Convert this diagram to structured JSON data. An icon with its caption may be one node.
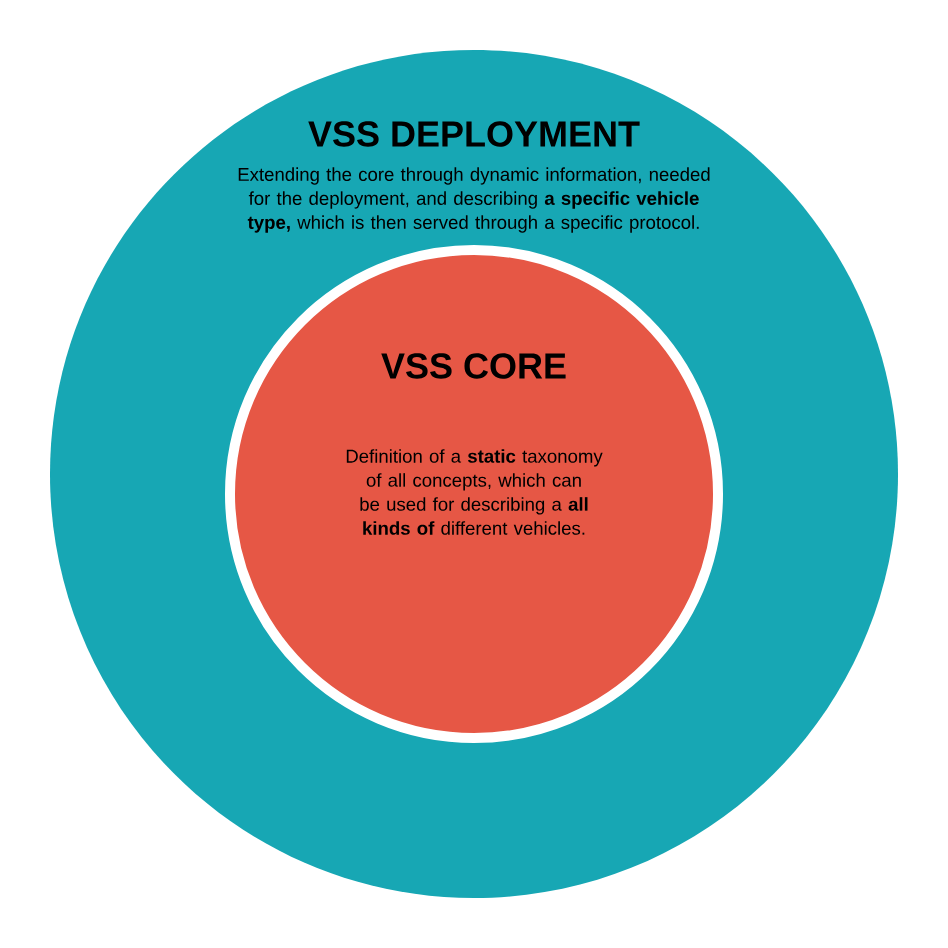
{
  "diagram": {
    "nodes": [
      {
        "text": [
          "VSS DEPLOYMENT",
          "Extending the core through dynamic information, needed for the deployment, and describing **a specific vehicle type,** which is then served through a specific protocol."
        ]
      },
      {
        "text": [
          "VSS CORE",
          "Definition of a **static** taxonomy of all concepts, which can be used for describing a **all kinds of** different vehicles."
        ],
        "in": 0
      }
    ]
  }
}
